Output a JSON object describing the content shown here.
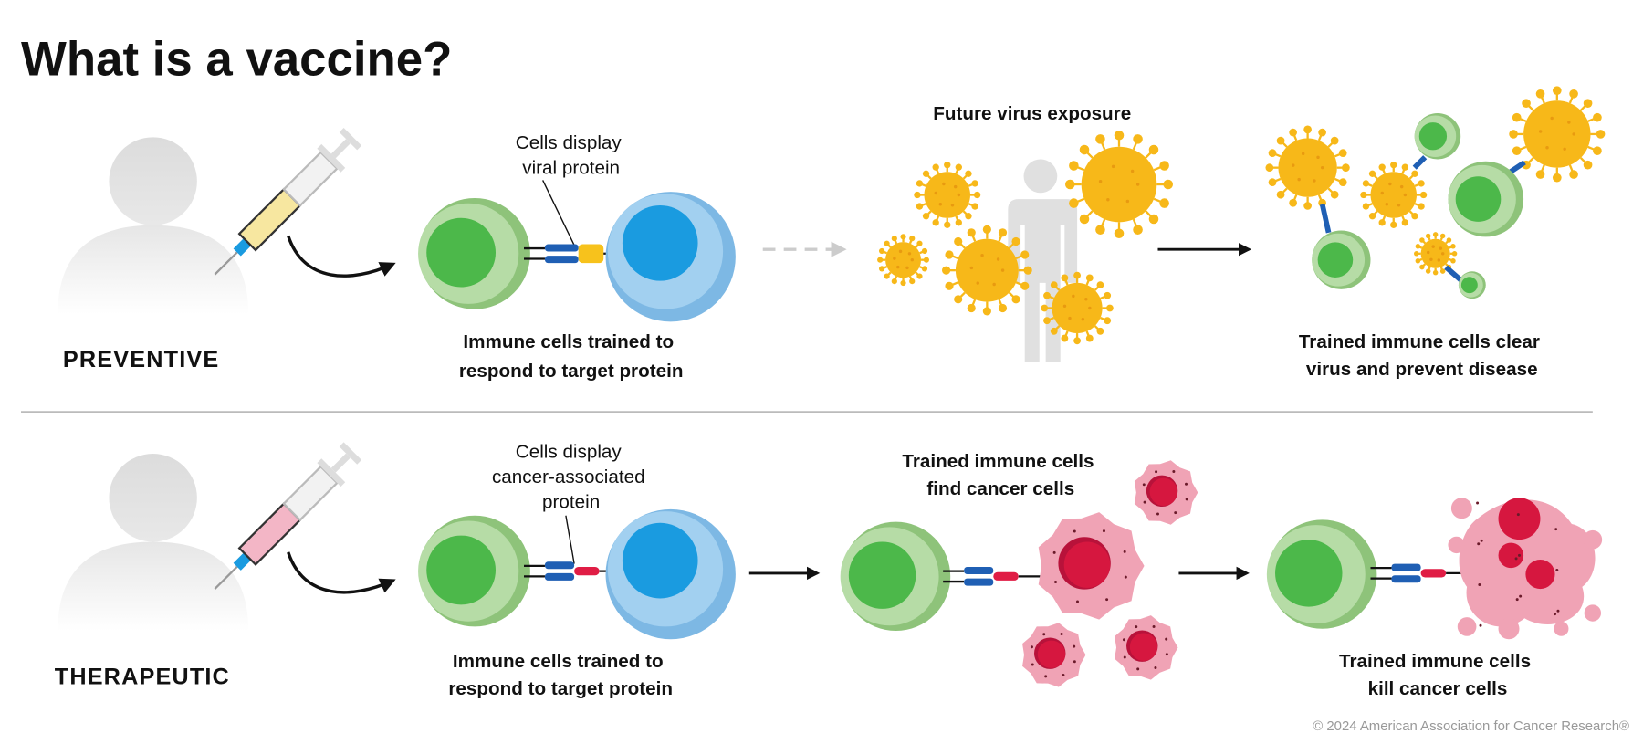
{
  "title": "What is a vaccine?",
  "preventive": {
    "label": "PREVENTIVE",
    "display_label": [
      "Cells display",
      "viral protein"
    ],
    "trained_label": [
      "Immune cells trained to",
      "respond to target protein"
    ],
    "exposure_label": "Future virus exposure",
    "result_label": [
      "Trained immune cells clear",
      "virus and prevent disease"
    ]
  },
  "therapeutic": {
    "label": "THERAPEUTIC",
    "display_label": [
      "Cells display",
      "cancer-associated",
      "protein"
    ],
    "trained_label": [
      "Immune cells trained to",
      "respond to target protein"
    ],
    "find_label": [
      "Trained immune cells",
      "find cancer cells"
    ],
    "result_label": [
      "Trained immune cells",
      "kill cancer cells"
    ]
  },
  "copyright": "© 2024 American Association for Cancer Research®",
  "colors": {
    "green_outer": "#a9d89a",
    "green_inner": "#4cb84a",
    "blue_outer": "#8cc6ec",
    "blue_inner": "#1a9be0",
    "virus": "#f7b819",
    "cancer": "#f0a3b5",
    "cancer_core": "#d6173f",
    "receptor": "#1f5fb4",
    "viral_protein": "#f7c21c",
    "cancer_protein": "#e01d45"
  }
}
